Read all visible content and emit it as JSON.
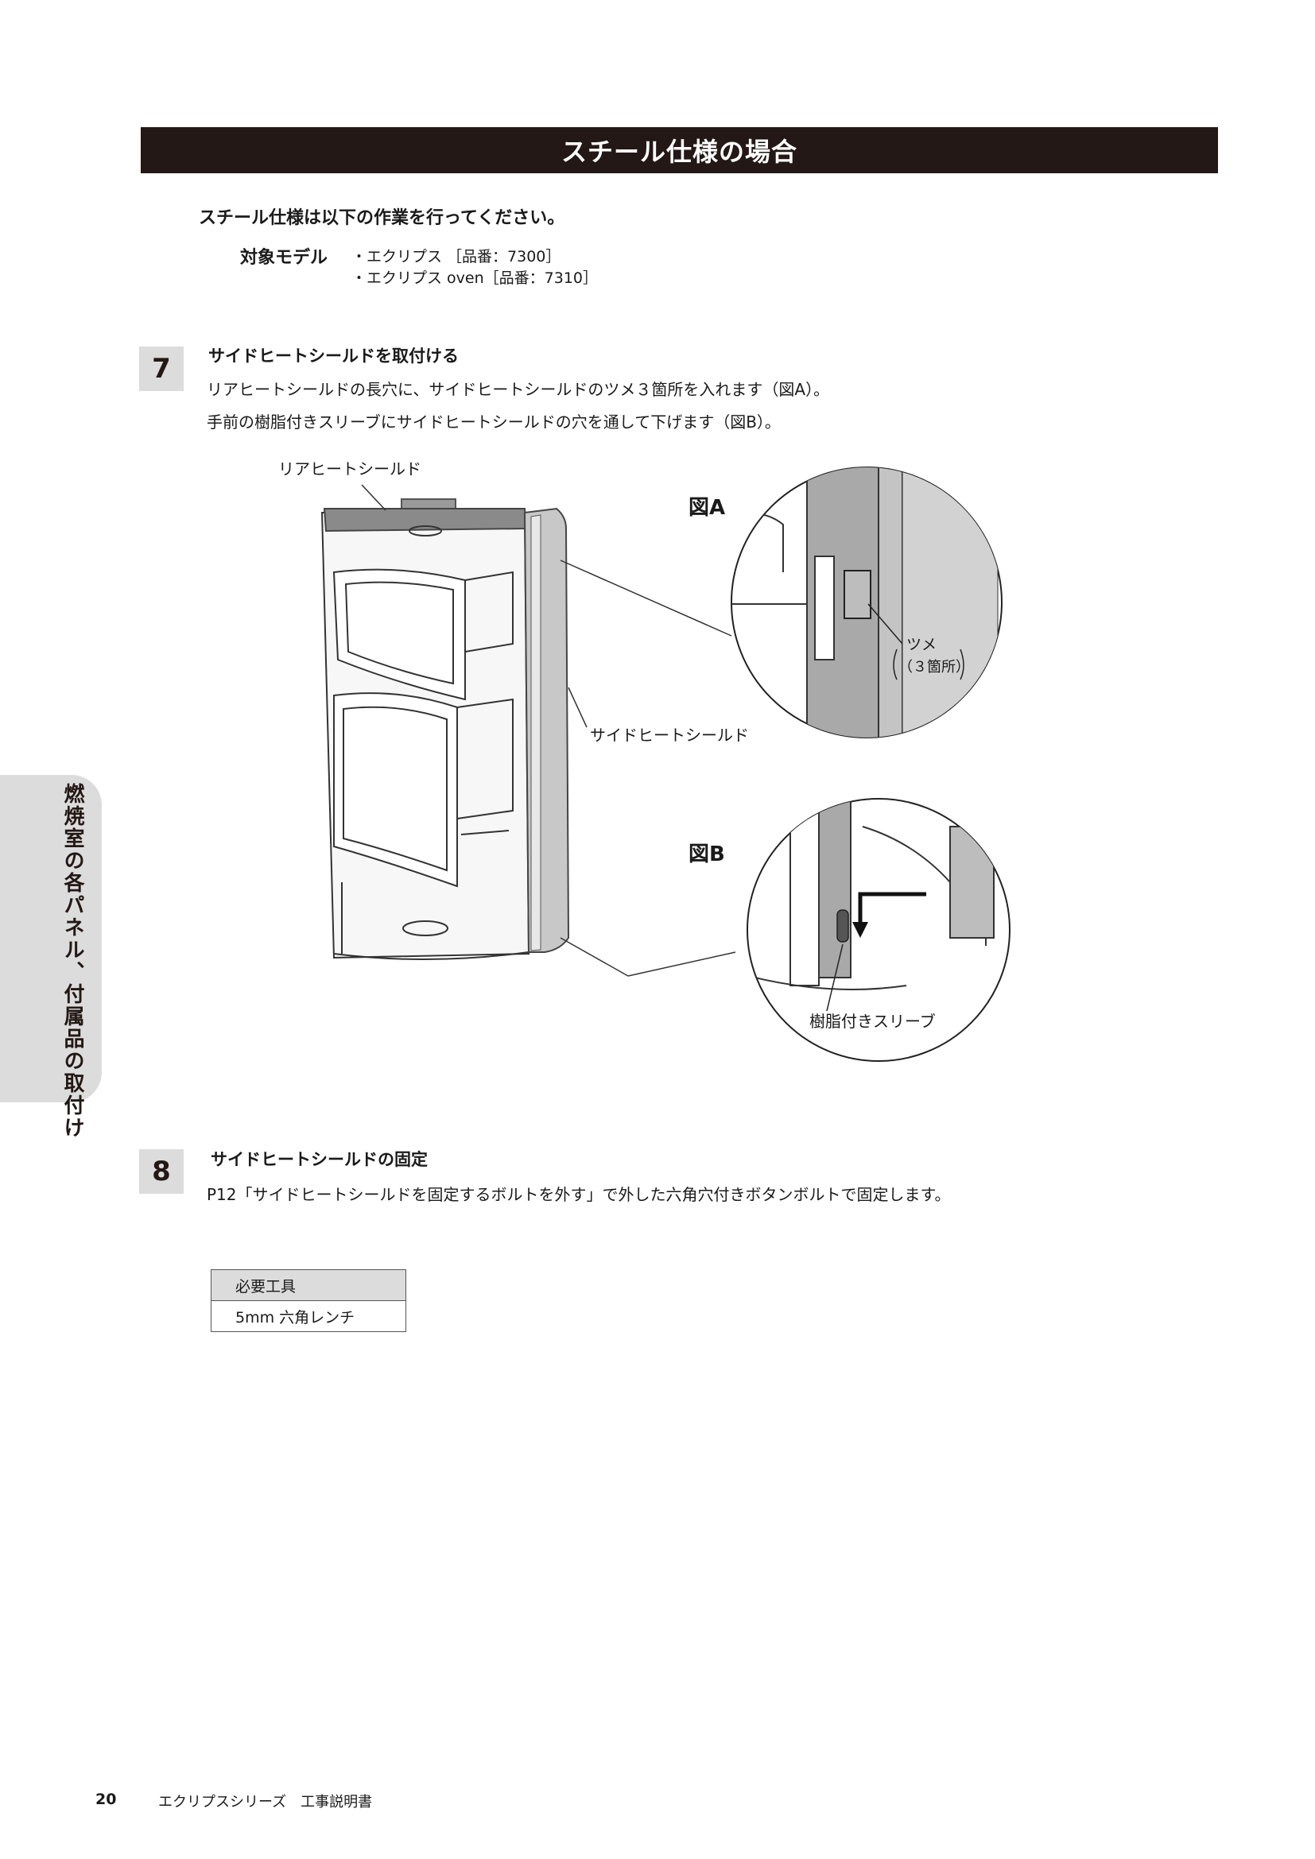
{
  "header": {
    "title": "スチール仕様の場合"
  },
  "intro": "スチール仕様は以下の作業を行ってください。",
  "target_models": {
    "label": "対象モデル",
    "items": [
      "・エクリプス ［品番：7300］",
      "・エクリプス oven［品番：7310］"
    ]
  },
  "steps": [
    {
      "number": "7",
      "title": "サイドヒートシールドを取付ける",
      "lines": [
        "リアヒートシールドの長穴に、サイドヒートシールドのツメ３箇所を入れます（図A）。",
        "手前の樹脂付きスリーブにサイドヒートシールドの穴を通して下げます（図B）。"
      ]
    },
    {
      "number": "8",
      "title": "サイドヒートシールドの固定",
      "lines": [
        "P12「サイドヒートシールドを固定するボルトを外す」で外した六角穴付きボタンボルトで固定します。"
      ]
    }
  ],
  "figure": {
    "label_rear_shield": "リアヒートシールド",
    "label_side_shield": "サイドヒートシールド",
    "fig_a_title": "図A",
    "fig_a_note_line1": "ツメ",
    "fig_a_note_line2": "（３箇所）",
    "fig_b_title": "図B",
    "fig_b_note": "樹脂付きスリーブ"
  },
  "tools": {
    "header": "必要工具",
    "item": "5mm 六角レンチ"
  },
  "side_tab": "燃焼室の各パネル、付属品の取付け",
  "footer": {
    "page": "20",
    "title": "エクリプスシリーズ　工事説明書"
  }
}
